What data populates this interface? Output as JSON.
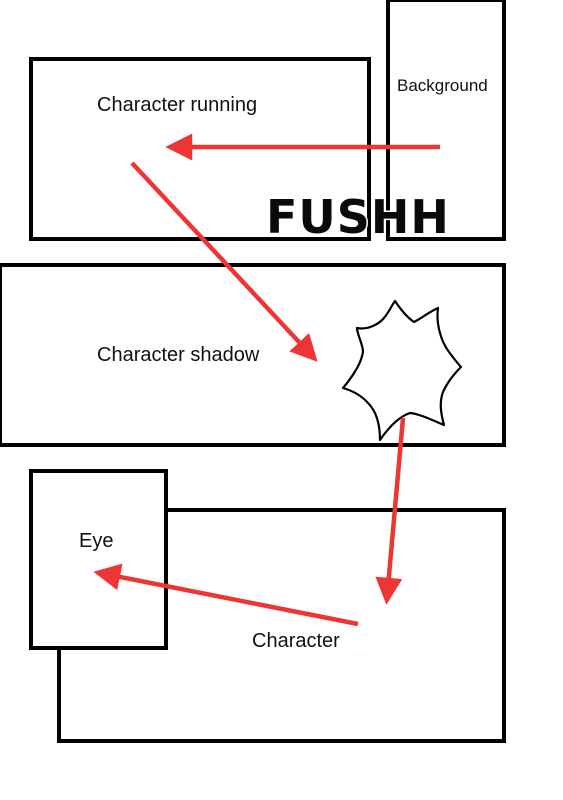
{
  "labels": {
    "background": "Background",
    "character_running": "Character running",
    "character_shadow": "Character shadow",
    "eye": "Eye",
    "character": "Character"
  },
  "sound_effect": "FUSHH",
  "colors": {
    "panel_stroke": "#000000",
    "arrow": "#ee3535",
    "background": "#ffffff"
  }
}
